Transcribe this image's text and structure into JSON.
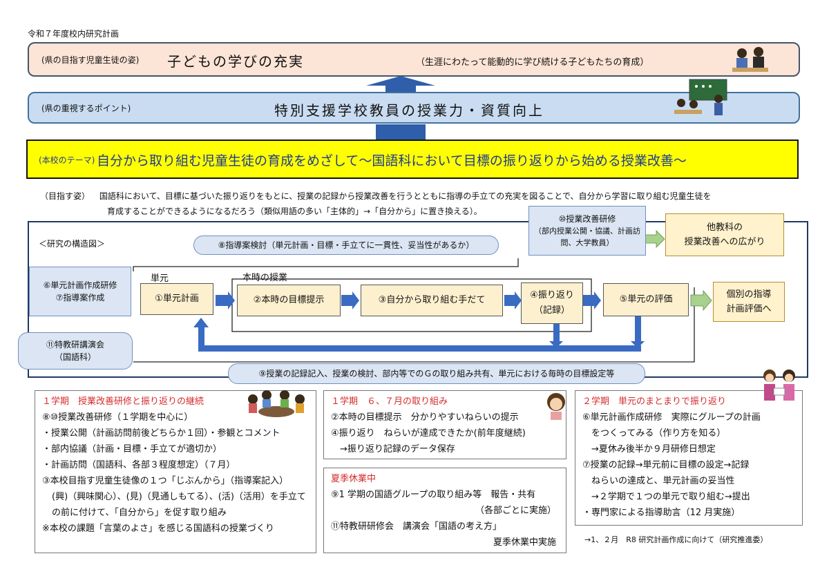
{
  "header": {
    "title": "令和７年度校内研究計画"
  },
  "top_box": {
    "label": "(県の目指す児童生徒の姿)",
    "main": "子どもの学びの充実",
    "sub": "（生涯にわたって能動的に学び続ける子どもたちの育成）"
  },
  "point_box": {
    "label": "(県の重視するポイント)",
    "main": "特別支援学校教員の授業力・資質向上"
  },
  "theme_box": {
    "label": "(本校のテーマ)",
    "main": "自分から取り組む児童生徒の育成をめざして～国語科において目標の振り返りから始める授業改善～"
  },
  "goal": {
    "label": "（目指す姿）",
    "line1": "国語科において、目標に基づいた振り返りをもとに、授業の記録から授業改善を行うとともに指導の手立ての充実を図ることで、自分から学習に取り組む児童生徒を",
    "line2": "育成することができるようになるだろう（類似用語の多い「主体的」→「自分から」に置き換える）。"
  },
  "structure": {
    "title": "＜研究の構造図＞",
    "callout_8": "⑧指導案検討（単元計画・目標・手立てに一貫性、妥当性があるか）",
    "callout_10_title": "⑩授業改善研修",
    "callout_10_body": "（部内授業公開・協議、計画訪問、大学教員）",
    "other_subjects_line1": "他教科の",
    "other_subjects_line2": "授業改善への広がり",
    "left_6": "⑥単元計画作成研修",
    "left_7": "⑦指導案作成",
    "left_11_line1": "⑪特教研講演会",
    "left_11_line2": "（国語科）",
    "unit_label": "単元",
    "lesson_label": "本時の授業",
    "step1": "①単元計画",
    "step2": "②本時の目標提示",
    "step3": "③自分から取り組む手だて",
    "step4_line1": "④振り返り",
    "step4_line2": "（記録）",
    "step5": "⑤単元の評価",
    "individual_line1": "個別の指導",
    "individual_line2": "計画評価へ",
    "callout_9": "⑨授業の記録記入、授業の検討、部内等でのＧの取り組み共有、単元における毎時の目標設定等"
  },
  "term1": {
    "title": "１学期　授業改善研修と振り返りの継続",
    "lines": [
      "⑧⑩授業改善研修（１学期を中心に）",
      "・授業公開（計画訪問前後どちらか１回）・参観とコメント",
      "・部内協議（計画・目標・手立てが適切か）",
      "・計画訪問（国語科、各部３程度想定）（７月）",
      "③本校目指す児童生徒像の１つ「じぶんから」（指導案記入）",
      "(興)（興味関心）、(見)（見通しもてる）、(活)（活用）を手立て",
      "の前に付けて、「自分から」を促す取り組み",
      "※本校の課題「言葉のよさ」を感じる国語科の授業づくり"
    ]
  },
  "mid_top": {
    "title": "１学期　６、７月の取り組み",
    "lines": [
      "②本時の目標提示　分かりやすいねらいの提示",
      "④振り返り　ねらいが達成できたか(前年度継続)",
      "　→振り返り記録のデータ保存"
    ]
  },
  "mid_bottom": {
    "title": "夏季休業中",
    "lines": [
      "⑨1 学期の国語グループの取り組み等　報告・共有",
      "（各部ごとに実施）",
      "⑪特教研研修会　講演会「国語の考え方」",
      "夏季休業中実施"
    ]
  },
  "term2": {
    "title": "２学期　単元のまとまりで振り返り",
    "lines": [
      "⑥単元計画作成研修　実際にグループの計画",
      "　をつくってみる（作り方を知る）",
      "　→夏休み後半か９月研修日想定",
      "⑦授業の記録→単元前に目標の設定→記録",
      "　ねらいの達成と、単元計画の妥当性",
      "　→２学期で１つの単元で取り組む→提出",
      "・専門家による指導助言（12 月実施）"
    ],
    "footnote": "→1、２月　R8 研究計画作成に向けて（研究推進委）"
  },
  "colors": {
    "top_fill": "#fce4d6",
    "point_fill": "#c9dcf1",
    "theme_fill": "#ffff00",
    "theme_text": "#1f3a93",
    "arrow_blue": "#3a6bc2",
    "accent_red": "#d62b2b"
  }
}
